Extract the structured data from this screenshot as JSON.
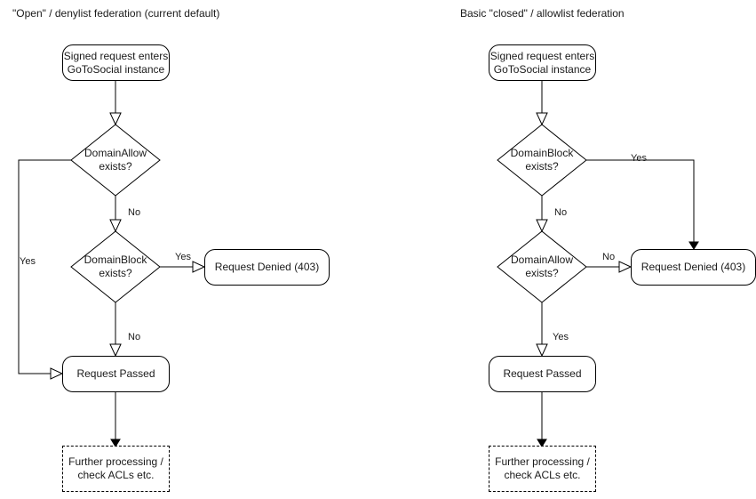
{
  "diagram": {
    "type": "flowchart",
    "columns": [
      {
        "id": "open-federation",
        "title": "\"Open\" / denylist federation (current default)",
        "nodes": {
          "start": "Signed request enters\nGoToSocial instance",
          "decision1": "DomainAllow\nexists?",
          "decision2": "DomainBlock\nexists?",
          "denied": "Request Denied (403)",
          "passed": "Request Passed",
          "further": "Further processing /\ncheck ACLs etc."
        },
        "edges": {
          "d1_yes": "Yes",
          "d1_no": "No",
          "d2_yes": "Yes",
          "d2_no": "No"
        }
      },
      {
        "id": "closed-federation",
        "title": "Basic \"closed\" / allowlist federation",
        "nodes": {
          "start": "Signed request enters\nGoToSocial instance",
          "decision1": "DomainBlock\nexists?",
          "decision2": "DomainAllow\nexists?",
          "denied": "Request Denied (403)",
          "passed": "Request Passed",
          "further": "Further processing /\ncheck ACLs etc."
        },
        "edges": {
          "d1_yes": "Yes",
          "d1_no": "No",
          "d2_no": "No",
          "d2_yes": "Yes"
        }
      }
    ],
    "colors": {
      "stroke": "#000000",
      "text": "#1a1a1a",
      "background": "#ffffff"
    }
  }
}
